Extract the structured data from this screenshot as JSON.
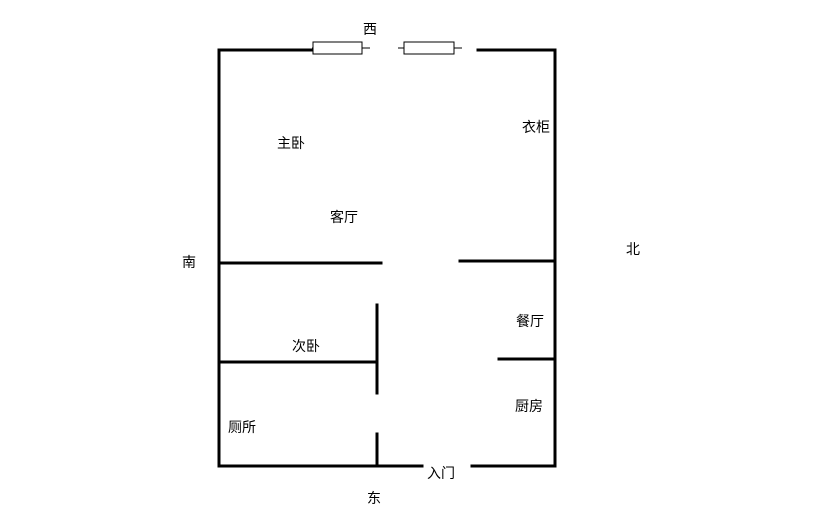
{
  "compass": {
    "west": "西",
    "east": "东",
    "south": "南",
    "north": "北"
  },
  "rooms": {
    "master_bedroom": "主卧",
    "wardrobe": "衣柜",
    "living_room": "客厅",
    "second_bedroom": "次卧",
    "dining_room": "餐厅",
    "kitchen": "厨房",
    "toilet": "厕所",
    "entrance": "入门"
  },
  "colors": {
    "line": "#000000",
    "background": "#ffffff"
  }
}
